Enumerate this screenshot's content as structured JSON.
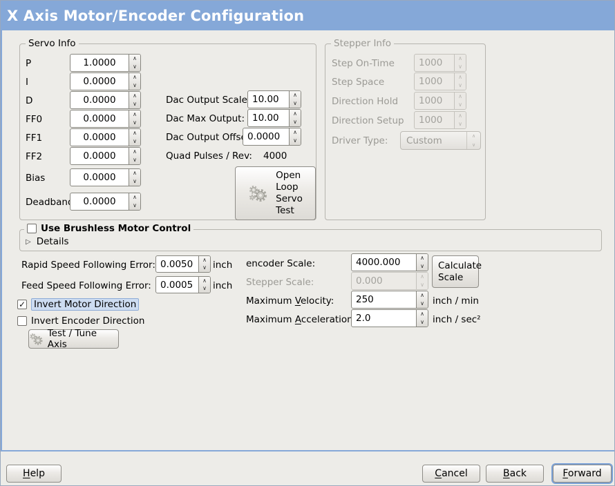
{
  "title": "X Axis Motor/Encoder Configuration",
  "icons": {
    "spin_up": "∧",
    "spin_down": "∨",
    "expander_collapsed": "▷",
    "checkmark": "✓"
  },
  "servo": {
    "frame_title": "Servo Info",
    "fields": [
      {
        "label": "P",
        "value": "1.0000"
      },
      {
        "label": "I",
        "value": "0.0000"
      },
      {
        "label": "D",
        "value": "0.0000"
      },
      {
        "label": "FF0",
        "value": "0.0000"
      },
      {
        "label": "FF1",
        "value": "0.0000"
      },
      {
        "label": "FF2",
        "value": "0.0000"
      },
      {
        "label": "Bias",
        "value": "0.0000"
      },
      {
        "label": "Deadband",
        "value": "0.0000"
      }
    ]
  },
  "dac": {
    "scale_label": "Dac Output Scale:",
    "scale_value": "10.00",
    "max_label": "Dac Max Output:",
    "max_value": "10.00",
    "offset_label": "Dac Output Offset:",
    "offset_value": "0.0000",
    "quad_label": "Quad Pulses / Rev:",
    "quad_value": "4000"
  },
  "stepper": {
    "frame_title": "Stepper Info",
    "fields": [
      {
        "label": "Step On-Time",
        "value": "1000"
      },
      {
        "label": "Step Space",
        "value": "1000"
      },
      {
        "label": "Direction Hold",
        "value": "1000"
      },
      {
        "label": "Direction Setup",
        "value": "1000"
      }
    ],
    "driver_type_label": "Driver Type:",
    "driver_type_value": "Custom"
  },
  "brushless": {
    "label": "Use Brushless Motor Control",
    "details": "Details"
  },
  "ferror": {
    "rapid_label": "Rapid Speed Following Error:",
    "rapid_value": "0.0050",
    "feed_label": "Feed Speed Following Error:",
    "feed_value": "0.0005",
    "unit": "inch"
  },
  "invert": {
    "motor_label": "Invert Motor Direction",
    "encoder_label": "Invert Encoder Direction"
  },
  "buttons": {
    "open_loop": "Open\nLoop\nServo\nTest",
    "test_tune": "Test / Tune Axis",
    "calculate": "Calculate\nScale"
  },
  "scale": {
    "encoder_label": "encoder Scale:",
    "encoder_value": "4000.000",
    "stepper_label": "Stepper Scale:",
    "stepper_value": "0.000"
  },
  "motion": {
    "velocity": {
      "pre": "Maximum ",
      "mn": "V",
      "post": "elocity:",
      "value": "250",
      "unit": "inch / min"
    },
    "accel": {
      "pre": "Maximum ",
      "mn": "A",
      "post": "cceleration:",
      "value": "2.0",
      "unit": "inch / sec²"
    }
  },
  "footer": {
    "help": {
      "mn": "H",
      "post": "elp"
    },
    "cancel": {
      "mn": "C",
      "post": "ancel"
    },
    "back": {
      "mn": "B",
      "post": "ack"
    },
    "forward": {
      "mn": "F",
      "post": "orward"
    }
  },
  "colors": {
    "titlebar": "#85a8d8",
    "background": "#edece8",
    "focus_ring": "#79a0d6",
    "highlight_bg": "#cddcf1"
  }
}
